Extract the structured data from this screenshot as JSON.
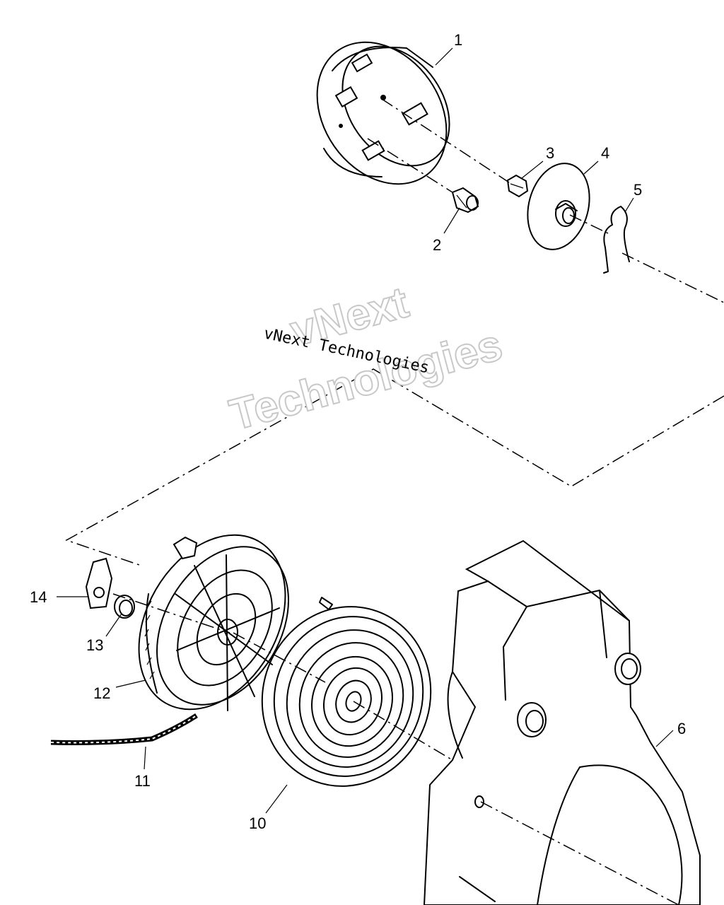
{
  "watermark": {
    "text_line": "vNext Technologies",
    "outline_line1": "vNext",
    "outline_line2": "Technologies"
  },
  "callouts": [
    {
      "id": "1",
      "label": "1"
    },
    {
      "id": "2",
      "label": "2"
    },
    {
      "id": "3",
      "label": "3"
    },
    {
      "id": "4",
      "label": "4"
    },
    {
      "id": "5",
      "label": "5"
    },
    {
      "id": "6",
      "label": "6"
    },
    {
      "id": "10",
      "label": "10"
    },
    {
      "id": "11",
      "label": "11"
    },
    {
      "id": "12",
      "label": "12"
    },
    {
      "id": "13",
      "label": "13"
    },
    {
      "id": "14",
      "label": "14"
    }
  ],
  "colors": {
    "ink": "#000000",
    "paper": "#ffffff",
    "watermark_outline": "#c8c8c8"
  }
}
